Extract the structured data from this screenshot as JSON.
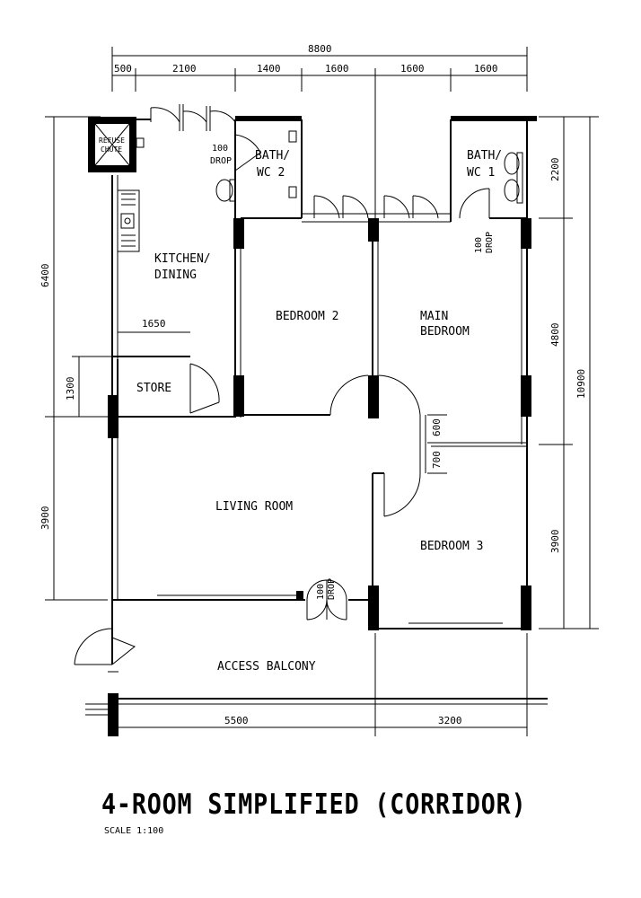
{
  "title": "4-ROOM SIMPLIFIED (CORRIDOR)",
  "scale": "SCALE  1:100",
  "rooms": {
    "refuse_chute": [
      "REFUSE",
      "CHUTE"
    ],
    "bath_wc2": [
      "BATH/",
      "WC 2"
    ],
    "bath_wc1": [
      "BATH/",
      "WC 1"
    ],
    "kitchen": [
      "KITCHEN/",
      "DINING"
    ],
    "bedroom2": "BEDROOM 2",
    "main_bedroom": [
      "MAIN",
      "BEDROOM"
    ],
    "store": "STORE",
    "living": "LIVING ROOM",
    "bedroom3": "BEDROOM 3",
    "balcony": "ACCESS BALCONY"
  },
  "drops": {
    "wc2": [
      "100",
      "DROP"
    ],
    "wc1": [
      "100",
      "DROP"
    ],
    "living": [
      "100",
      "DROP"
    ]
  },
  "dimensions": {
    "top_total": "8800",
    "top": [
      "500",
      "2100",
      "1400",
      "1600",
      "1600",
      "1600"
    ],
    "left": [
      "6400",
      "1300",
      "3900"
    ],
    "right_inner": [
      "2200",
      "4800",
      "3900"
    ],
    "right_outer": "10900",
    "bottom": [
      "5500",
      "3200"
    ],
    "store_width": "1650",
    "door_600": "600",
    "door_700": "700"
  }
}
